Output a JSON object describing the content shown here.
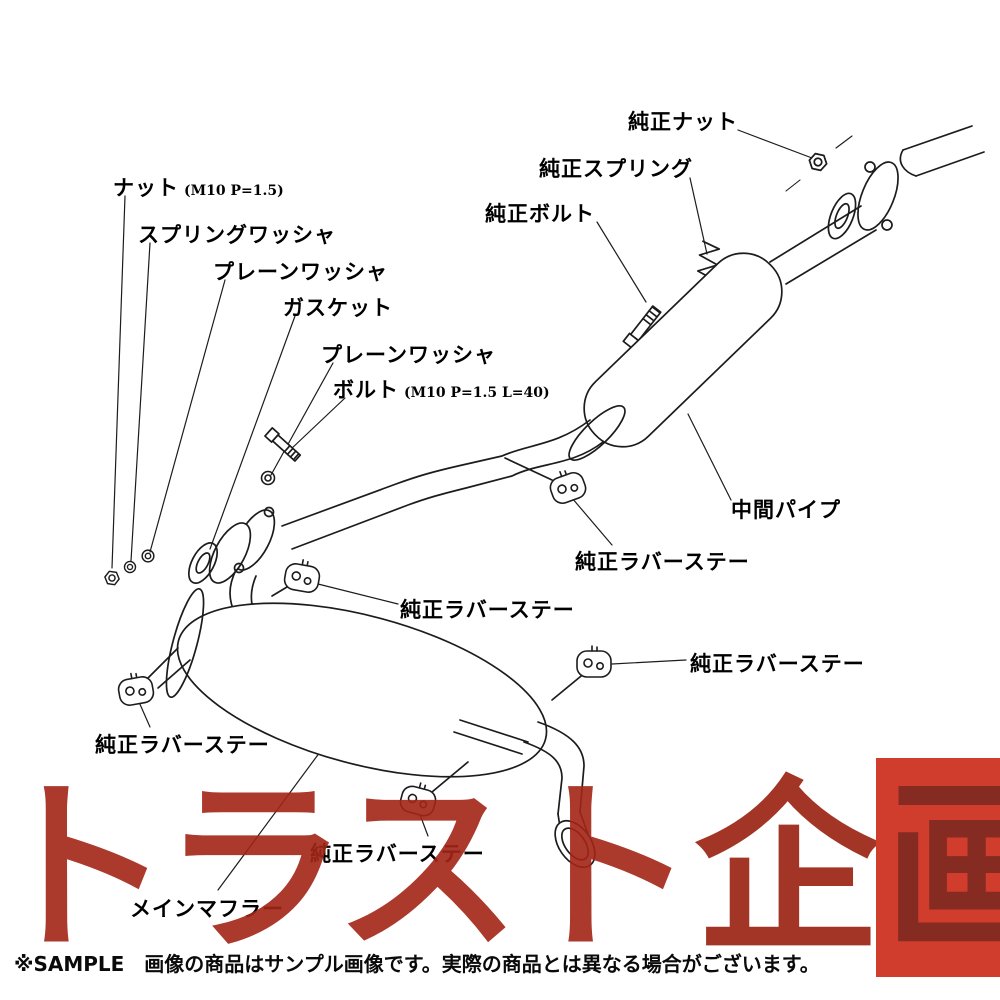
{
  "colors": {
    "line": "#1c1c1c",
    "text": "#000000",
    "watermark_red": "#a32517",
    "seal_red": "#cb2917",
    "background": "#ffffff"
  },
  "callouts": {
    "genuine_nut": {
      "label": "純正ナット"
    },
    "genuine_spring": {
      "label": "純正スプリング"
    },
    "genuine_bolt": {
      "label": "純正ボルト"
    },
    "nut": {
      "label": "ナット",
      "spec": "(M10 P=1.5)"
    },
    "spring_washer": {
      "label": "スプリングワッシャ"
    },
    "plain_washer_upper": {
      "label": "プレーンワッシャ"
    },
    "gasket": {
      "label": "ガスケット"
    },
    "plain_washer_lower": {
      "label": "プレーンワッシャ"
    },
    "bolt": {
      "label": "ボルト",
      "spec": "(M10 P=1.5 L=40)"
    },
    "center_pipe": {
      "label": "中間パイプ"
    },
    "genuine_rubber_stay_mid": {
      "label": "純正ラバーステー"
    },
    "genuine_rubber_stay_front": {
      "label": "純正ラバーステー"
    },
    "genuine_rubber_stay_rear": {
      "label": "純正ラバーステー"
    },
    "genuine_rubber_stay_left": {
      "label": "純正ラバーステー"
    },
    "genuine_rubber_stay_tail": {
      "label": "純正ラバーステー"
    },
    "main_muffler": {
      "label": "メインマフラー"
    }
  },
  "watermark": {
    "part1": "トラスト",
    "part2": "企",
    "part3": "画"
  },
  "footer": {
    "notice": "※SAMPLE　画像の商品はサンプル画像です。実際の商品とは異なる場合がございます。"
  }
}
